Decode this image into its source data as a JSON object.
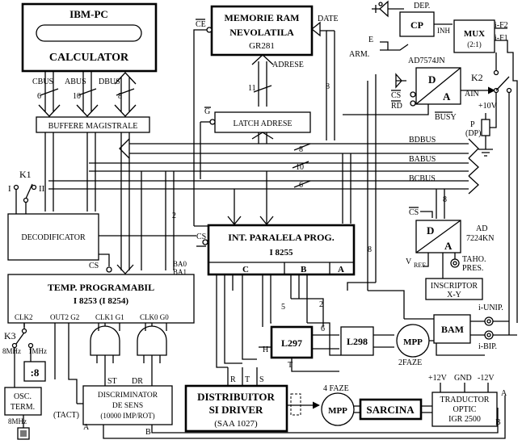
{
  "blocks": {
    "ibm_title": "IBM-PC",
    "calculator": "CALCULATOR",
    "memorie_l1": "MEMORIE RAM",
    "memorie_l2": "NEVOLATILA",
    "memorie_l3": "GR281",
    "latch": "LATCH ADRESE",
    "buffere": "BUFFERE MAGISTRALE",
    "decodificator": "DECODIFICATOR",
    "temp_l1": "TEMP. PROGRAMABIL",
    "temp_l2": "I 8253 (I 8254)",
    "int_l1": "INT. PARALELA PROG.",
    "int_l2": "I 8255",
    "discrim_l1": "DISCRIMINATOR",
    "discrim_l2": "DE SENS",
    "discrim_l3": "(10000 IMP/ROT)",
    "distrib_l1": "DISTRIBUITOR",
    "distrib_l2": "SI DRIVER",
    "distrib_l3": "(SAA 1027)",
    "sarcina": "SARCINA",
    "traductor_l1": "TRADUCTOR",
    "traductor_l2": "OPTIC",
    "traductor_l3": "IGR 2500",
    "l297": "L297",
    "l298": "L298",
    "mpp": "MPP",
    "bam": "BAM",
    "cp": "CP",
    "mux_l1": "MUX",
    "mux_l2": "(2:1)",
    "adc": "AD7574JN",
    "dac_l1": "AD",
    "dac_l2": "7224KN",
    "d": "D",
    "a": "A",
    "inscriptor_l1": "INSCRIPTOR",
    "inscriptor_l2": "X-Y",
    "osc_l1": "OSC.",
    "osc_l2": "TERM.",
    "disp": ":8"
  },
  "labels": {
    "cbus": "CBUS",
    "abus": "ABUS",
    "dbus": "DBUS",
    "n6": "6",
    "n10": "10",
    "n8": "8",
    "n11": "11",
    "n2": "2",
    "n5": "5",
    "bdbus": "BDBUS",
    "babus": "BABUS",
    "bcbus": "BCBUS",
    "date": "DATE",
    "adrese": "ADRESE",
    "ce": "CE",
    "g": "G",
    "cs": "CS",
    "rd": "RD",
    "busy": "BUSY",
    "ain": "AIN",
    "inh": "INH",
    "dep": "DEP.",
    "arm": "ARM.",
    "if2": "i-F2",
    "if1": "i-F1",
    "k1": "K1",
    "k2": "K2",
    "k3": "K3",
    "sw_i": "I",
    "sw_ii": "II",
    "plus10v": "+10V",
    "p_dp_1": "P",
    "p_dp_2": "(DP)",
    "vref": "V",
    "vref_sub": "REF",
    "taho_1": "TAHO.",
    "taho_2": "PRES.",
    "clk2": "CLK2",
    "out2g2": "OUT2 G2",
    "clk1g1": "CLK1 G1",
    "clk0g0": "CLK0  G0",
    "ba0": "BA0",
    "ba1": "BA1",
    "port_c": "C",
    "port_b": "B",
    "port_a": "A",
    "h": "H",
    "t": "T",
    "st": "ST",
    "dr": "DR",
    "r": "R",
    "s": "S",
    "iunip": "i-UNIP.",
    "ibip": "i-BIP.",
    "faze2": "2FAZE",
    "faze4": "4 FAZE",
    "p12v": "+12V",
    "gnd": "GND",
    "m12v": "-12V",
    "tr_a": "A",
    "tr_b": "B",
    "mhz8": "8MHz",
    "mhz1": "1MHz",
    "mhz8b": "8MHz",
    "tact": "(TACT)"
  }
}
